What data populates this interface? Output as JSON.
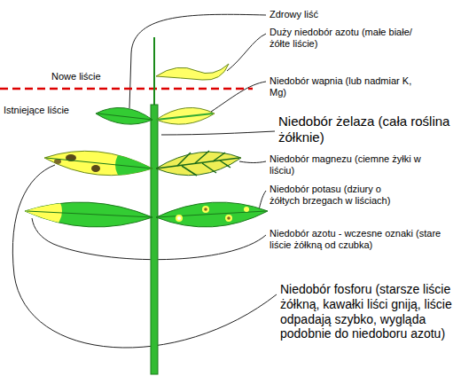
{
  "diagram": {
    "labels": [
      "Zdrowy liść",
      "Duży niedobór azotu (małe białe/żółte liście)",
      "Nowe liście",
      "Niedobór wapnia (lub nadmiar K, Mg)",
      "Istniejące liście",
      "Niedobór żelaza (cała roślina żółknie)",
      "Niedobór magnezu (ciemne żyłki w liściu)",
      "Niedobór potasu (dziury o żółtych brzegach w liściach)",
      "Niedobór azotu - wczesne oznaki (stare liście żółkną od czubka)",
      "Niedobór fosforu (starsze liście żółkną, kawałki liści gniją, liście odpadają szybko, wygląda podobnie do niedoboru azotu)"
    ]
  }
}
